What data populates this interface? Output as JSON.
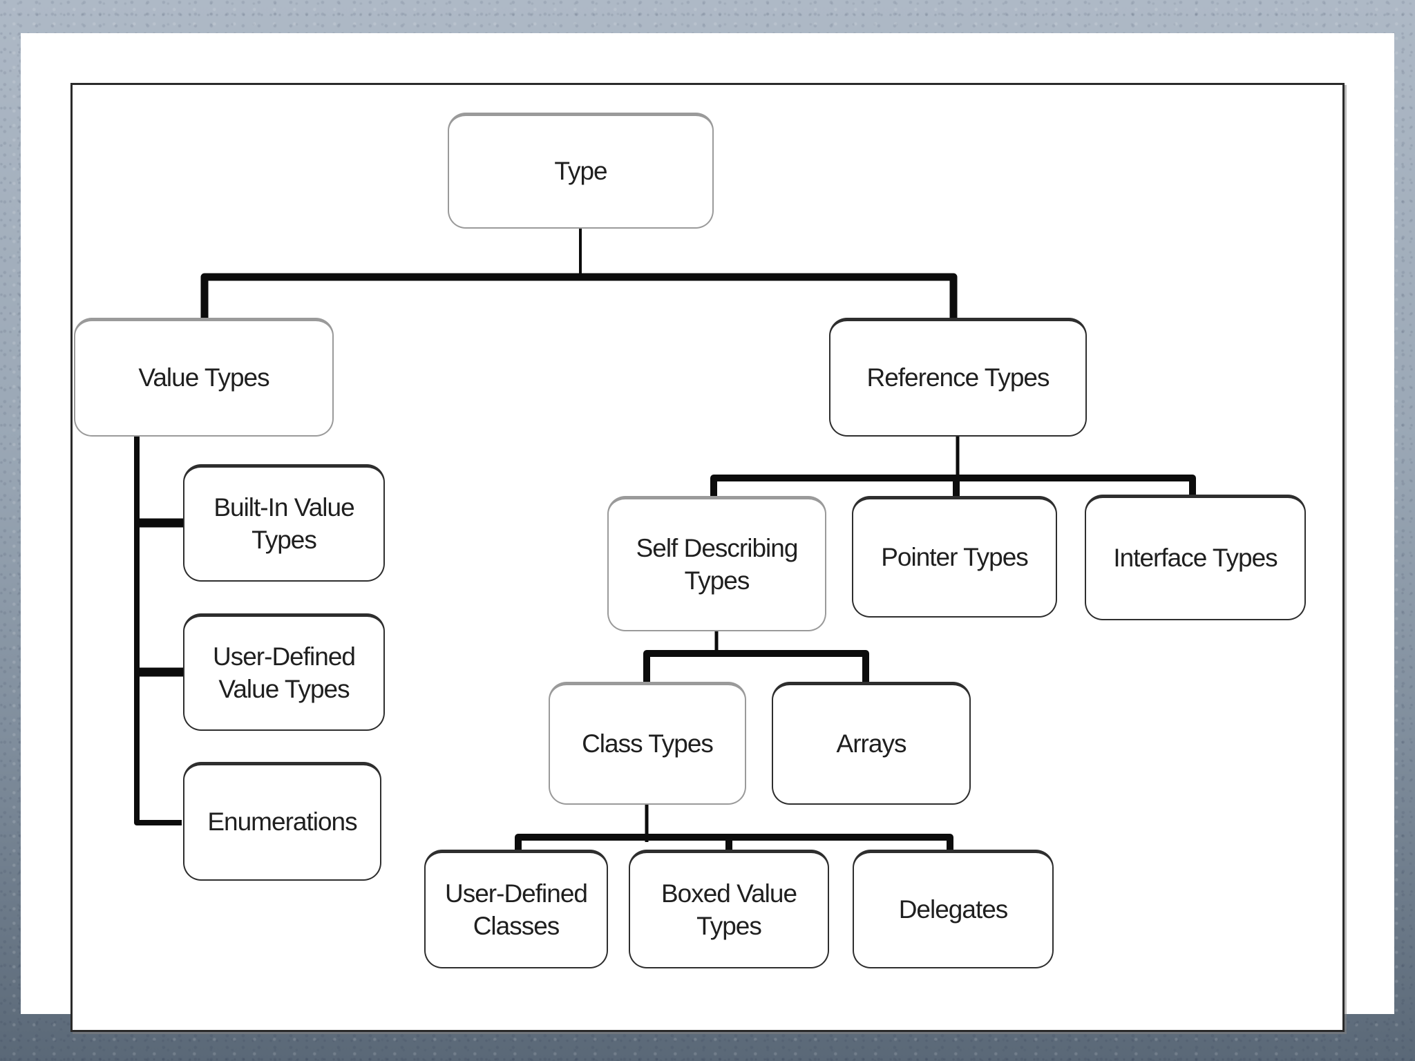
{
  "diagram": {
    "nodes": {
      "type": {
        "label": "Type"
      },
      "value_types": {
        "label": "Value Types"
      },
      "reference_types": {
        "label": "Reference Types"
      },
      "builtin_value_types": {
        "label": "Built-In Value Types"
      },
      "user_defined_value_types": {
        "label": "User-Defined Value Types"
      },
      "enumerations": {
        "label": "Enumerations"
      },
      "self_describing_types": {
        "label": "Self Describing Types"
      },
      "pointer_types": {
        "label": "Pointer Types"
      },
      "interface_types": {
        "label": "Interface Types"
      },
      "class_types": {
        "label": "Class Types"
      },
      "arrays": {
        "label": "Arrays"
      },
      "user_defined_classes": {
        "label": "User-Defined Classes"
      },
      "boxed_value_types": {
        "label": "Boxed Value Types"
      },
      "delegates": {
        "label": "Delegates"
      }
    },
    "edges": [
      {
        "from": "type",
        "to": "value_types"
      },
      {
        "from": "type",
        "to": "reference_types"
      },
      {
        "from": "value_types",
        "to": "builtin_value_types"
      },
      {
        "from": "value_types",
        "to": "user_defined_value_types"
      },
      {
        "from": "value_types",
        "to": "enumerations"
      },
      {
        "from": "reference_types",
        "to": "self_describing_types"
      },
      {
        "from": "reference_types",
        "to": "pointer_types"
      },
      {
        "from": "reference_types",
        "to": "interface_types"
      },
      {
        "from": "self_describing_types",
        "to": "class_types"
      },
      {
        "from": "self_describing_types",
        "to": "arrays"
      },
      {
        "from": "class_types",
        "to": "user_defined_classes"
      },
      {
        "from": "class_types",
        "to": "boxed_value_types"
      },
      {
        "from": "class_types",
        "to": "delegates"
      }
    ],
    "colors": {
      "connector": "#0c0c0c",
      "box_fill": "#ffffff",
      "box_border_dark": "#2e2e2e",
      "box_border_light": "#9a9a9a",
      "frame_border": "#2a2a2a",
      "slide_background": "#ffffff",
      "canvas_top": "#aeb9c6",
      "canvas_bottom": "#5a6877"
    }
  }
}
